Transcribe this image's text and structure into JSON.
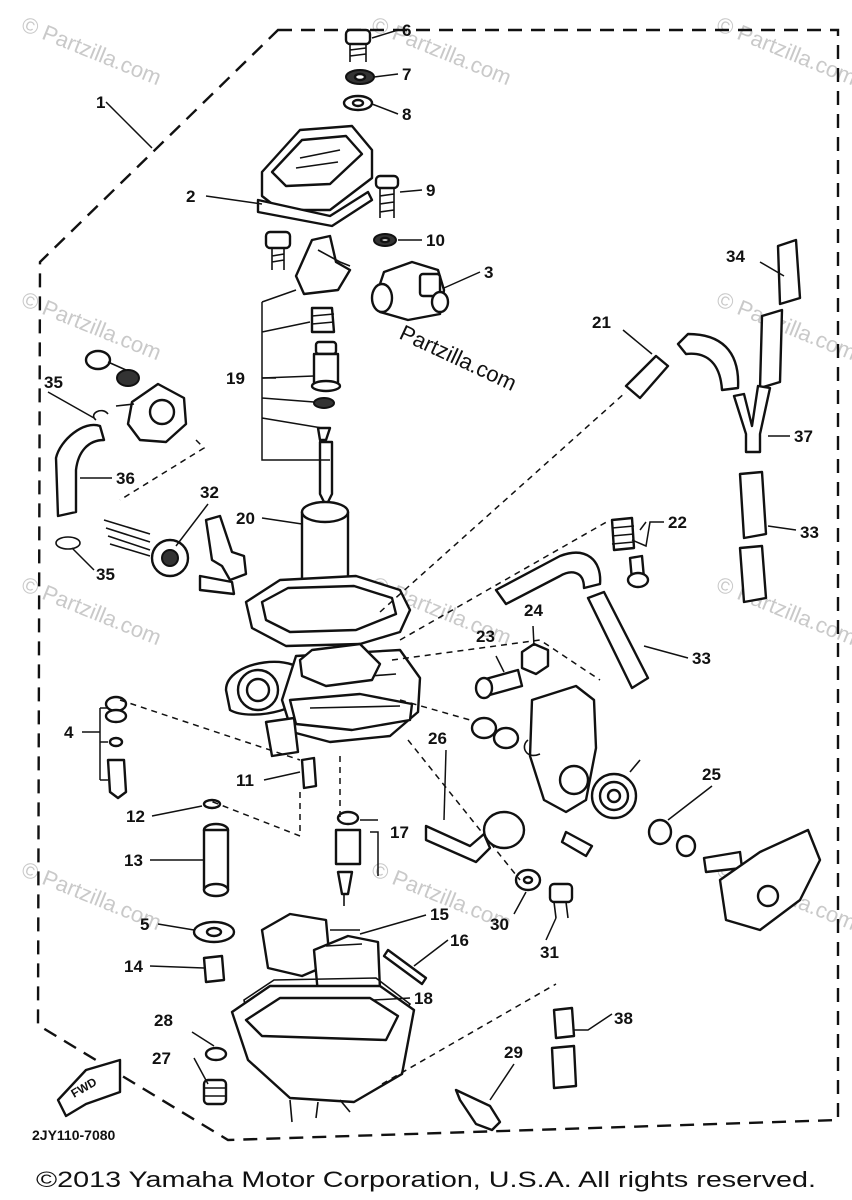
{
  "diagram_code": "2JY110-7080",
  "copyright": "©2013 Yamaha Motor Corporation, U.S.A. All rights reserved.",
  "watermark": "© Partzilla.com",
  "watermark_inline": "Partzilla.com",
  "fwd_label": "FWD",
  "callouts": {
    "c1": "1",
    "c2": "2",
    "c3": "3",
    "c4": "4",
    "c5": "5",
    "c6": "6",
    "c7": "7",
    "c8": "8",
    "c9": "9",
    "c10": "10",
    "c11": "11",
    "c12": "12",
    "c13": "13",
    "c14": "14",
    "c15": "15",
    "c16": "16",
    "c17": "17",
    "c18": "18",
    "c19": "19",
    "c20": "20",
    "c21": "21",
    "c22": "22",
    "c23": "23",
    "c24": "24",
    "c25": "25",
    "c26": "26",
    "c27": "27",
    "c28": "28",
    "c29": "29",
    "c30": "30",
    "c31": "31",
    "c32": "32",
    "c33a": "33",
    "c33b": "33",
    "c34": "34",
    "c35a": "35",
    "c35b": "35",
    "c36": "36",
    "c37": "37",
    "c38": "38"
  }
}
